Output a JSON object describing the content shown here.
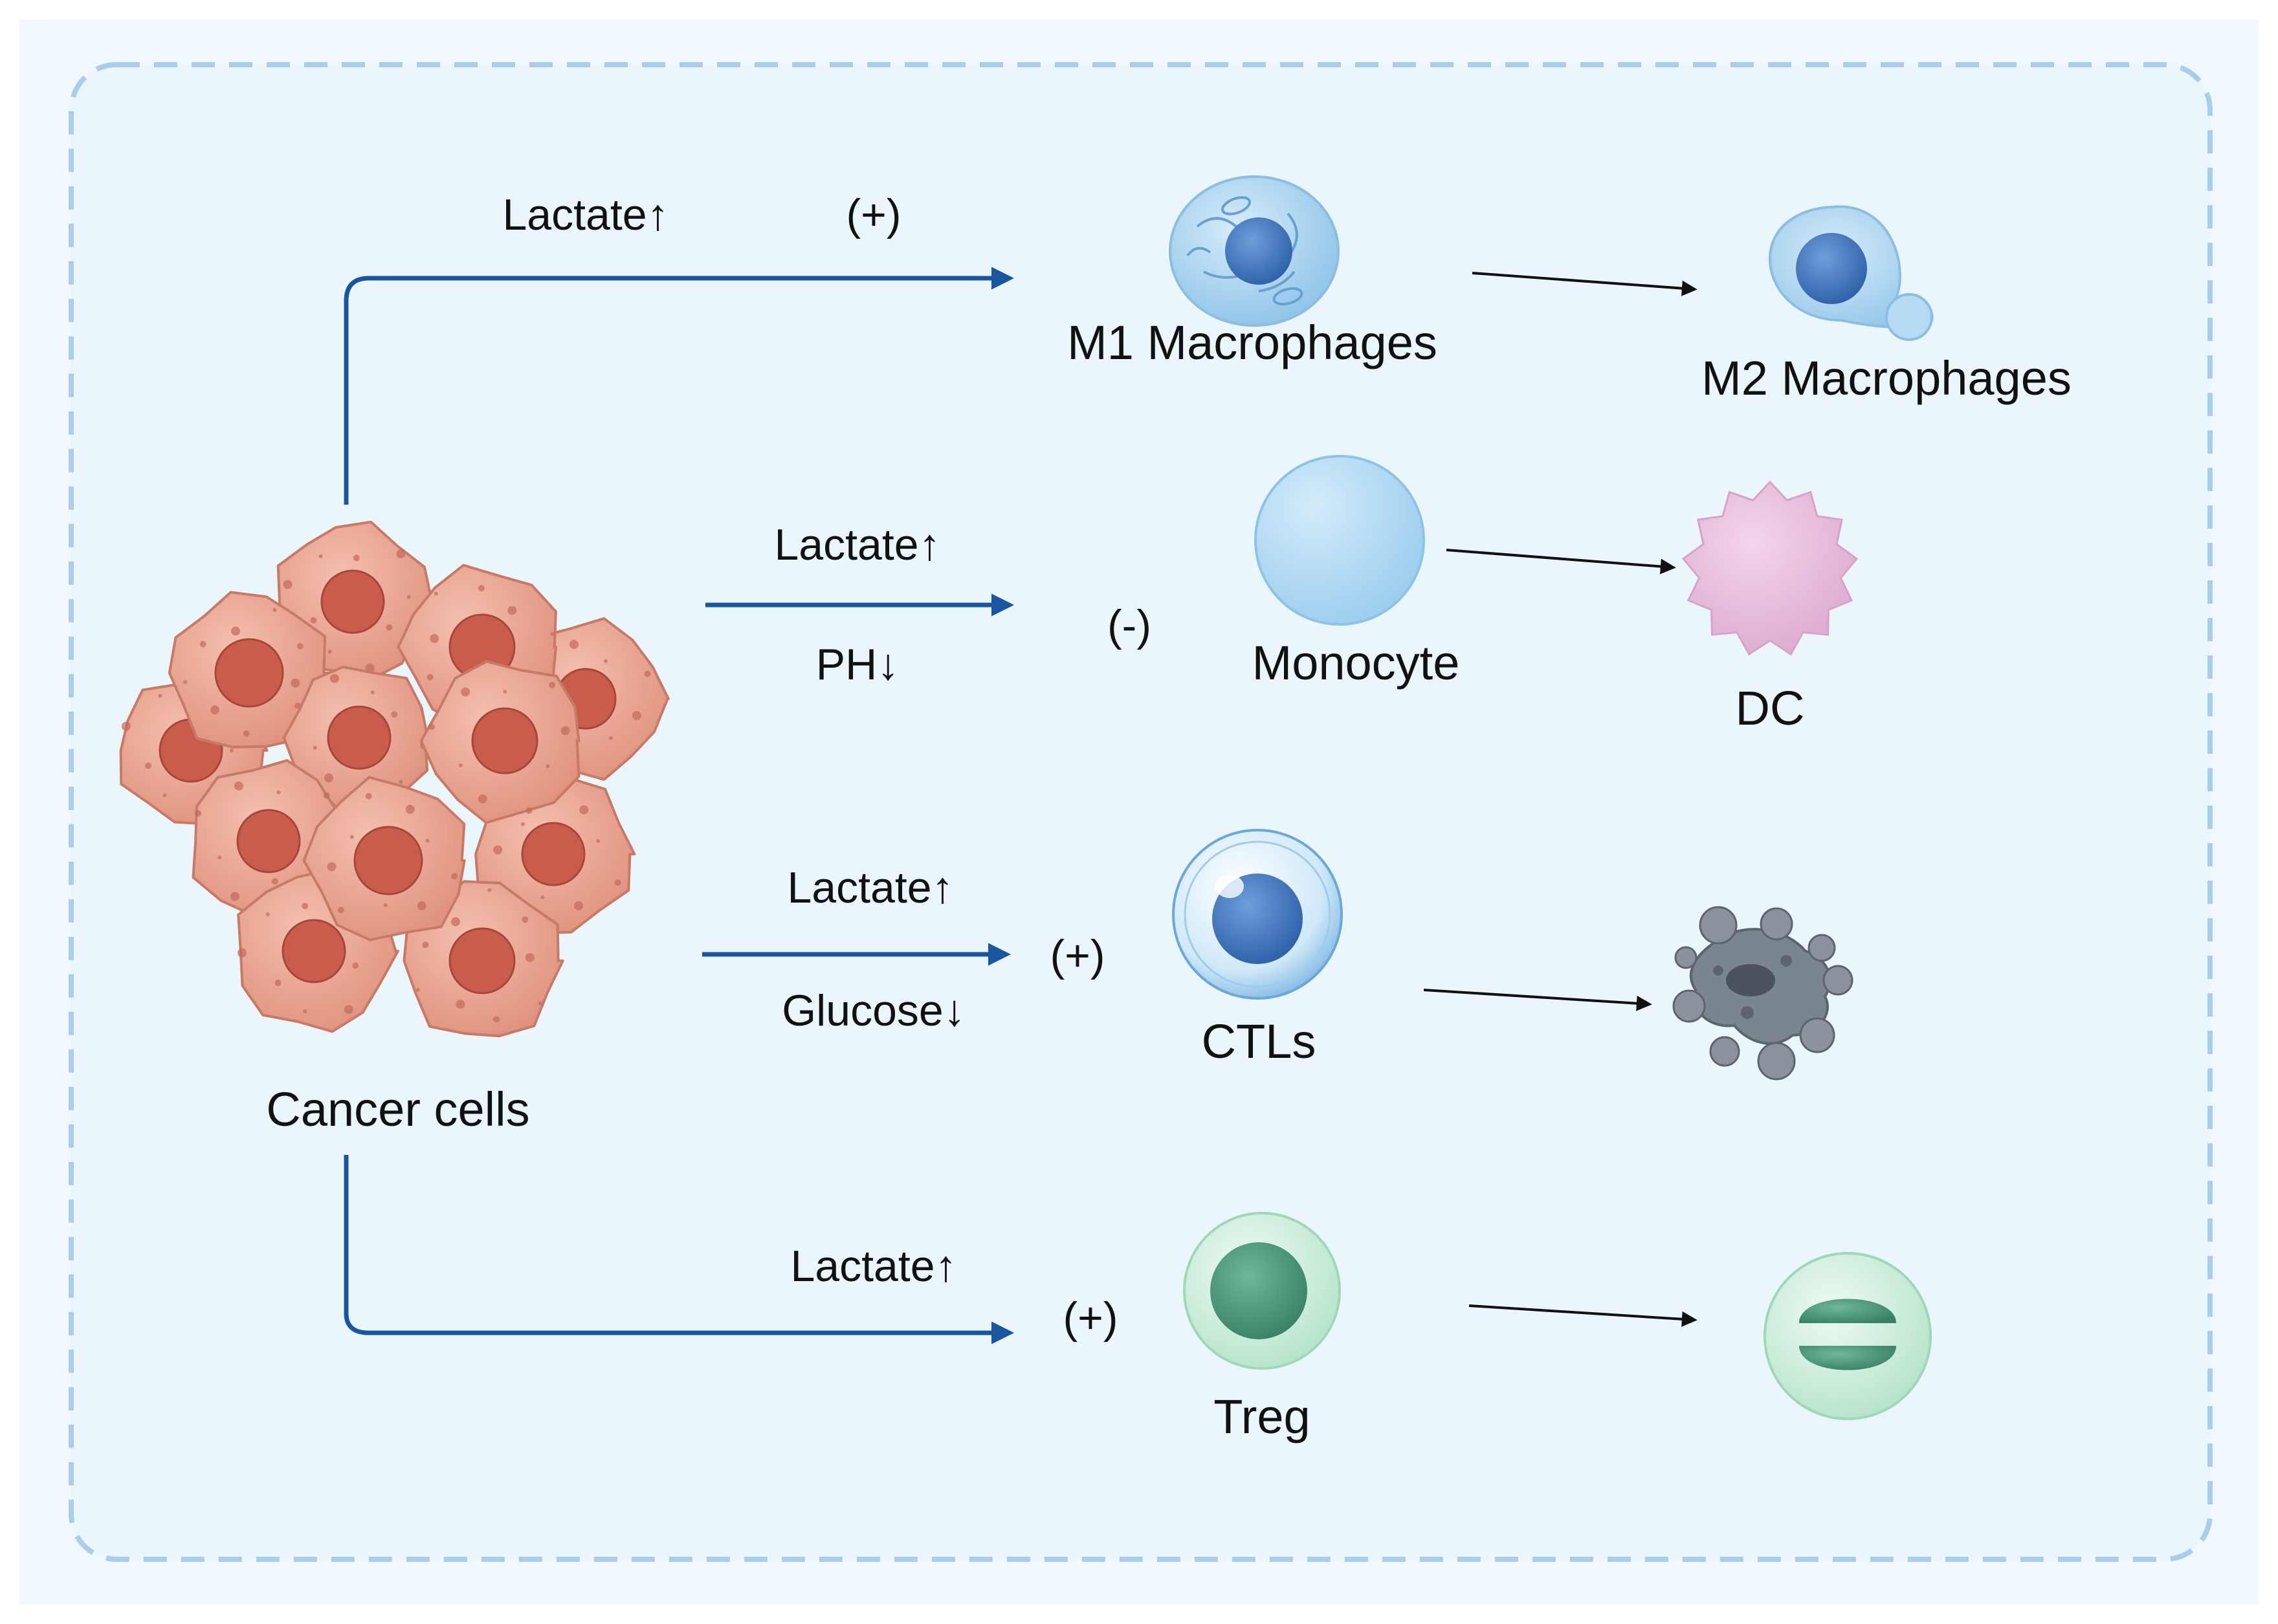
{
  "colors": {
    "frame_fill": "#eaf5fc",
    "frame_border": "#a9cdea",
    "pathway_arrow": "#1a56a0",
    "outcome_arrow": "#111111",
    "cancer_cell": "#e9a492",
    "cancer_nucleus": "#c95c4d",
    "macrophage": "#a8d1ee",
    "monocyte": "#b7dbf1",
    "dendritic_cell": "#ebc2e0",
    "ctl_nucleus": "#3f73bd",
    "apoptotic_cell": "#7b8590",
    "treg": "#cdeedd",
    "treg_nucleus": "#4f9a80"
  },
  "cells": {
    "cancer": "Cancer cells",
    "m1": "M1 Macrophages",
    "m2": "M2 Macrophages",
    "monocyte": "Monocyte",
    "dc": "DC",
    "ctl": "CTLs",
    "treg": "Treg"
  },
  "pathways": [
    {
      "top_label": "Lactate↑",
      "sign": "(+)"
    },
    {
      "top_label": "Lactate↑",
      "bottom_label": "PH↓",
      "sign": "(-)"
    },
    {
      "top_label": "Lactate↑",
      "bottom_label": "Glucose↓",
      "sign": "(+)"
    },
    {
      "top_label": "Lactate↑",
      "sign": "(+)"
    }
  ],
  "icons": {
    "cancer": "cancer-cell-cluster-icon",
    "m1": "m1-macrophage-icon",
    "m2": "m2-macrophage-icon",
    "monocyte": "monocyte-icon",
    "dc": "dendritic-cell-icon",
    "ctl": "ctl-cell-icon",
    "apoptotic": "apoptotic-cell-icon",
    "treg": "treg-cell-icon",
    "treg_outcome": "activated-treg-icon"
  }
}
